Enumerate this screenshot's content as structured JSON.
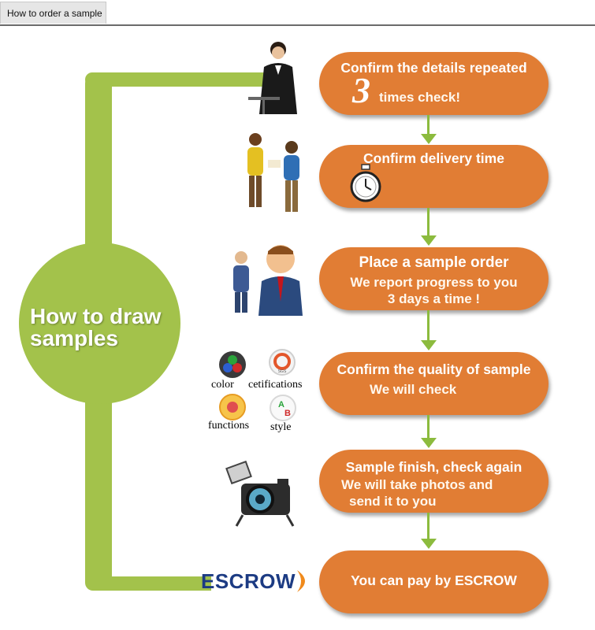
{
  "tab": {
    "label": "How to order a sample"
  },
  "center": {
    "line1": "How to draw",
    "line2": "samples"
  },
  "steps": [
    {
      "title": "Confirm the details repeated",
      "big_number": "3",
      "sub": "times check!"
    },
    {
      "title": "Confirm delivery time"
    },
    {
      "title": "Place a sample order",
      "sub1": "We report progress to you",
      "sub2": "3 days a time !"
    },
    {
      "title": "Confirm the quality of sample",
      "sub": "We will check"
    },
    {
      "title": "Sample finish, check again",
      "sub1": "We will take photos and",
      "sub2": "send it to you"
    },
    {
      "title": "You can pay by ESCROW"
    }
  ],
  "quality_items": {
    "color": "color",
    "cert": "cetifications",
    "functions": "functions",
    "style": "style"
  },
  "escrow_logo": "ESCROW",
  "colors": {
    "orange": "#e17d34",
    "green": "#a3c24b",
    "arrow": "#8cbb3e",
    "escrow_blue": "#1c3b83"
  }
}
